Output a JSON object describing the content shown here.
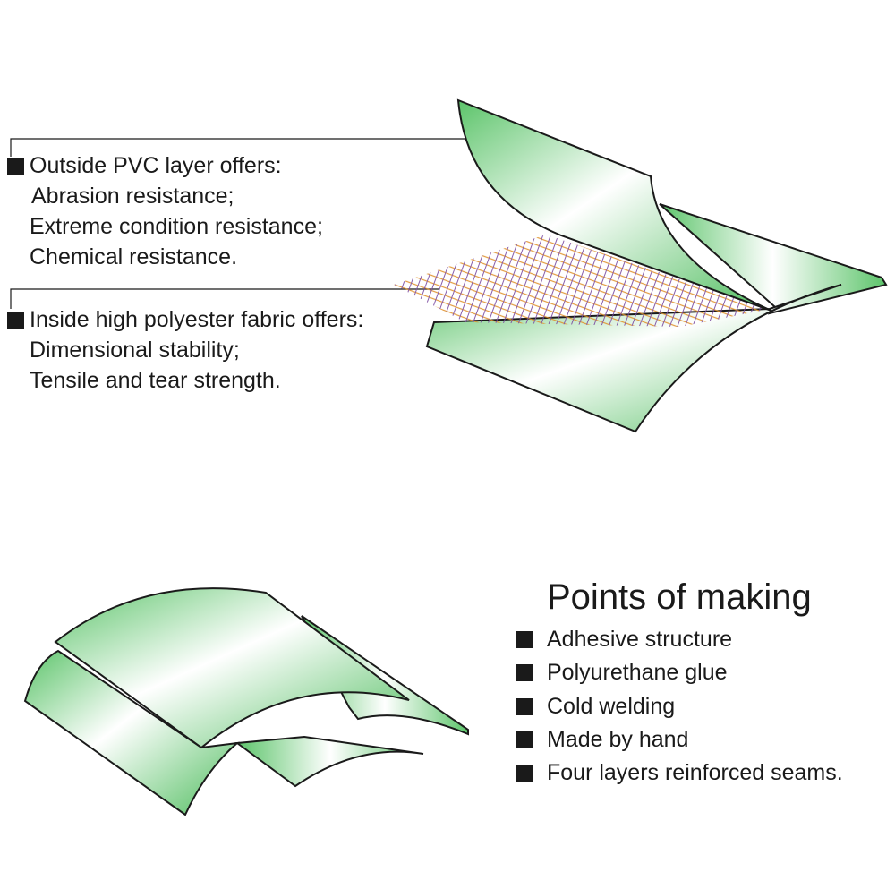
{
  "top_section": {
    "outside_heading": "Outside PVC layer offers:",
    "outside_items": [
      "Abrasion resistance;",
      "Extreme condition resistance;",
      "Chemical resistance."
    ],
    "inside_heading": "Inside high polyester fabric offers:",
    "inside_items": [
      "Dimensional stability;",
      "Tensile and tear strength."
    ]
  },
  "bottom_section": {
    "title": "Points of making",
    "items": [
      "Adhesive structure",
      "Polyurethane glue",
      "Cold welding",
      "Made by hand",
      "Four layers reinforced seams."
    ]
  },
  "colors": {
    "green": "#5cc46a",
    "outline": "#1a1a1a"
  }
}
